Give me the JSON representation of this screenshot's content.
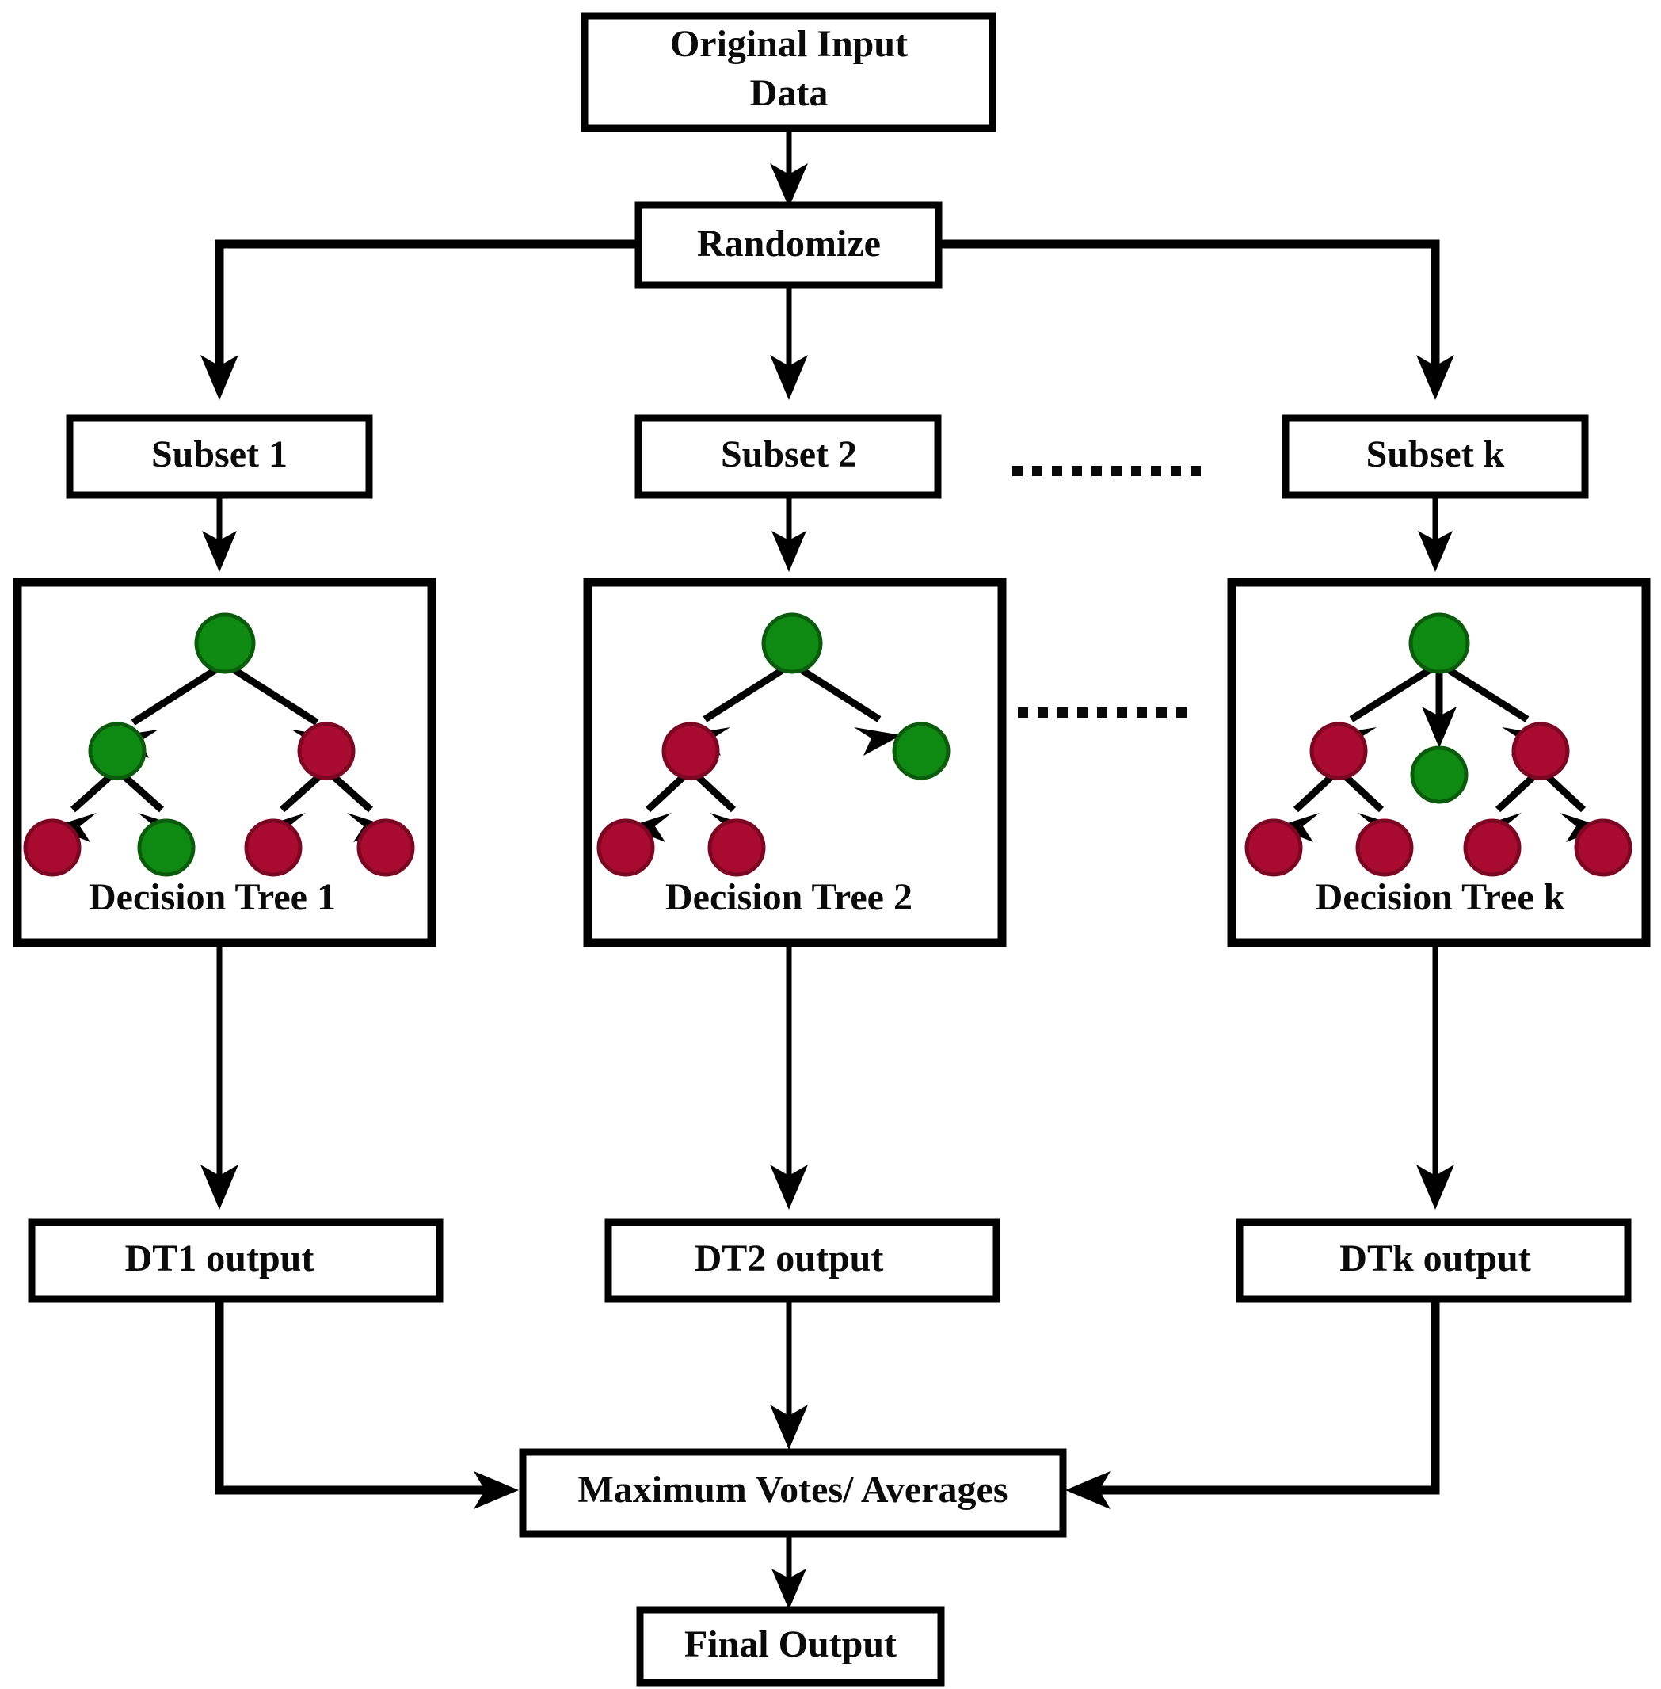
{
  "diagram": {
    "title": "Random Forest Architecture Flowchart",
    "type": "flowchart",
    "colors": {
      "node_green_fill": "#0e8a12",
      "node_green_stroke": "#0a5c0c",
      "node_red_fill": "#a80a30",
      "node_red_stroke": "#7c0722",
      "line": "#000000",
      "box_fill": "#ffffff",
      "background": "#ffffff"
    },
    "nodes": {
      "original_input": {
        "label_line1": "Original Input",
        "label_line2": "Data"
      },
      "randomize": {
        "label": "Randomize"
      },
      "subset_1": {
        "label": "Subset 1"
      },
      "subset_2": {
        "label": "Subset 2"
      },
      "subset_k": {
        "label": "Subset k"
      },
      "tree_1": {
        "label": "Decision Tree 1"
      },
      "tree_2": {
        "label": "Decision Tree 2"
      },
      "tree_k": {
        "label": "Decision Tree k"
      },
      "dt1_output": {
        "label": "DT1 output"
      },
      "dt2_output": {
        "label": "DT2 output"
      },
      "dtk_output": {
        "label": "DTk output"
      },
      "aggregate": {
        "label": "Maximum Votes/ Averages"
      },
      "final_output": {
        "label": "Final Output"
      }
    },
    "ellipsis": {
      "subset_row": "..............",
      "tree_row": ".............."
    },
    "trees": {
      "tree_1": {
        "caption": "Decision Tree 1",
        "structure": [
          {
            "id": "root",
            "color": "green",
            "children": [
              "n1",
              "n2"
            ]
          },
          {
            "id": "n1",
            "color": "green",
            "children": [
              "l1",
              "l2"
            ]
          },
          {
            "id": "n2",
            "color": "red",
            "children": [
              "l3",
              "l4"
            ]
          },
          {
            "id": "l1",
            "color": "red",
            "children": []
          },
          {
            "id": "l2",
            "color": "green",
            "children": []
          },
          {
            "id": "l3",
            "color": "red",
            "children": []
          },
          {
            "id": "l4",
            "color": "red",
            "children": []
          }
        ]
      },
      "tree_2": {
        "caption": "Decision Tree 2",
        "structure": [
          {
            "id": "root",
            "color": "green",
            "children": [
              "n1",
              "n2"
            ]
          },
          {
            "id": "n1",
            "color": "red",
            "children": [
              "l1",
              "l2"
            ]
          },
          {
            "id": "n2",
            "color": "green",
            "children": []
          },
          {
            "id": "l1",
            "color": "red",
            "children": []
          },
          {
            "id": "l2",
            "color": "red",
            "children": []
          }
        ]
      },
      "tree_k": {
        "caption": "Decision Tree k",
        "structure": [
          {
            "id": "root",
            "color": "green",
            "children": [
              "n1",
              "n2",
              "n3"
            ]
          },
          {
            "id": "n1",
            "color": "red",
            "children": [
              "l1",
              "l2"
            ]
          },
          {
            "id": "n2",
            "color": "green",
            "children": []
          },
          {
            "id": "n3",
            "color": "red",
            "children": [
              "l3",
              "l4"
            ]
          },
          {
            "id": "l1",
            "color": "red",
            "children": []
          },
          {
            "id": "l2",
            "color": "red",
            "children": []
          },
          {
            "id": "l3",
            "color": "red",
            "children": []
          },
          {
            "id": "l4",
            "color": "red",
            "children": []
          }
        ]
      }
    },
    "flow": [
      {
        "from": "original_input",
        "to": "randomize"
      },
      {
        "from": "randomize",
        "to": "subset_1"
      },
      {
        "from": "randomize",
        "to": "subset_2"
      },
      {
        "from": "randomize",
        "to": "subset_k"
      },
      {
        "from": "subset_1",
        "to": "tree_1"
      },
      {
        "from": "subset_2",
        "to": "tree_2"
      },
      {
        "from": "subset_k",
        "to": "tree_k"
      },
      {
        "from": "tree_1",
        "to": "dt1_output"
      },
      {
        "from": "tree_2",
        "to": "dt2_output"
      },
      {
        "from": "tree_k",
        "to": "dtk_output"
      },
      {
        "from": "dt1_output",
        "to": "aggregate"
      },
      {
        "from": "dt2_output",
        "to": "aggregate"
      },
      {
        "from": "dtk_output",
        "to": "aggregate"
      },
      {
        "from": "aggregate",
        "to": "final_output"
      }
    ]
  }
}
